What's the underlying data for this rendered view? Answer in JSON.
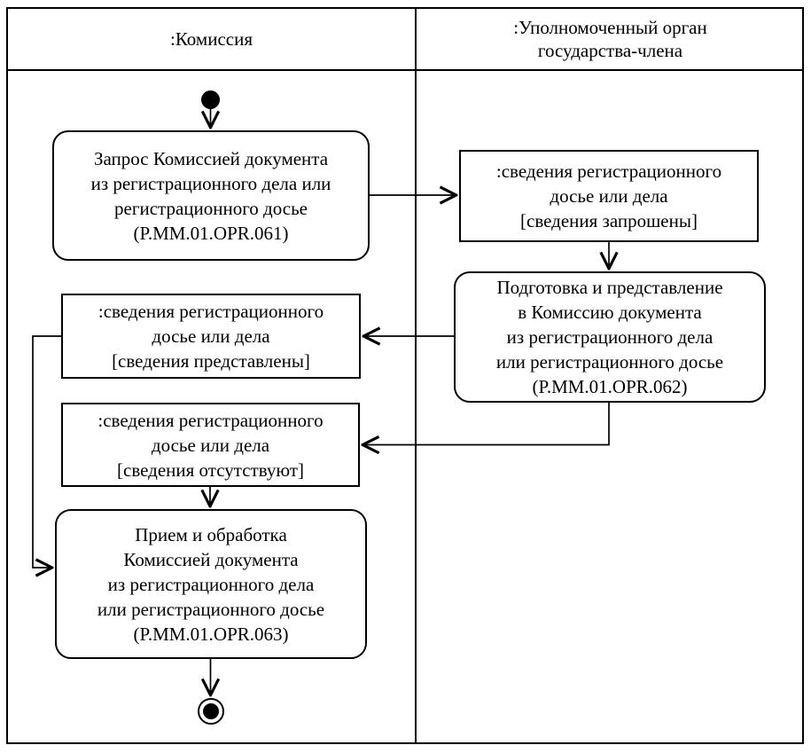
{
  "diagram": {
    "type": "uml-activity-swimlane",
    "colors": {
      "line": "#000000",
      "background": "#ffffff",
      "text": "#000000"
    },
    "lanes": {
      "left": {
        "title": ":Комиссия"
      },
      "right": {
        "title": ":Уполномоченный орган\nгосударства-члена"
      }
    },
    "nodes": {
      "start": {
        "type": "initial-node"
      },
      "action_request": {
        "type": "action",
        "lane": "left",
        "text": "Запрос Комиссией документа\nиз регистрационного дела или\nрегистрационного досье\n(P.MM.01.OPR.061)"
      },
      "object_requested": {
        "type": "object",
        "lane": "right",
        "text": ":сведения регистрационного\nдосье или дела\n[сведения запрошены]"
      },
      "action_prepare": {
        "type": "action",
        "lane": "right",
        "text": "Подготовка и представление\nв Комиссию документа\nиз регистрационного дела\nили регистрационного досье\n(P.MM.01.OPR.062)"
      },
      "object_provided": {
        "type": "object",
        "lane": "left",
        "text": ":сведения регистрационного\nдосье или дела\n[сведения представлены]"
      },
      "object_absent": {
        "type": "object",
        "lane": "left",
        "text": ":сведения регистрационного\nдосье или дела\n[сведения отсутствуют]"
      },
      "action_receive": {
        "type": "action",
        "lane": "left",
        "text": "Прием и обработка\nКомиссией документа\nиз регистрационного дела\nили регистрационного досье\n(P.MM.01.OPR.063)"
      },
      "end": {
        "type": "final-node"
      }
    },
    "edges": [
      {
        "from": "start",
        "to": "action_request"
      },
      {
        "from": "action_request",
        "to": "object_requested"
      },
      {
        "from": "object_requested",
        "to": "action_prepare"
      },
      {
        "from": "action_prepare",
        "to": "object_provided"
      },
      {
        "from": "object_provided",
        "to": "action_receive"
      },
      {
        "from": "action_prepare",
        "to": "object_absent"
      },
      {
        "from": "object_absent",
        "to": "action_receive"
      },
      {
        "from": "action_receive",
        "to": "end"
      }
    ]
  }
}
